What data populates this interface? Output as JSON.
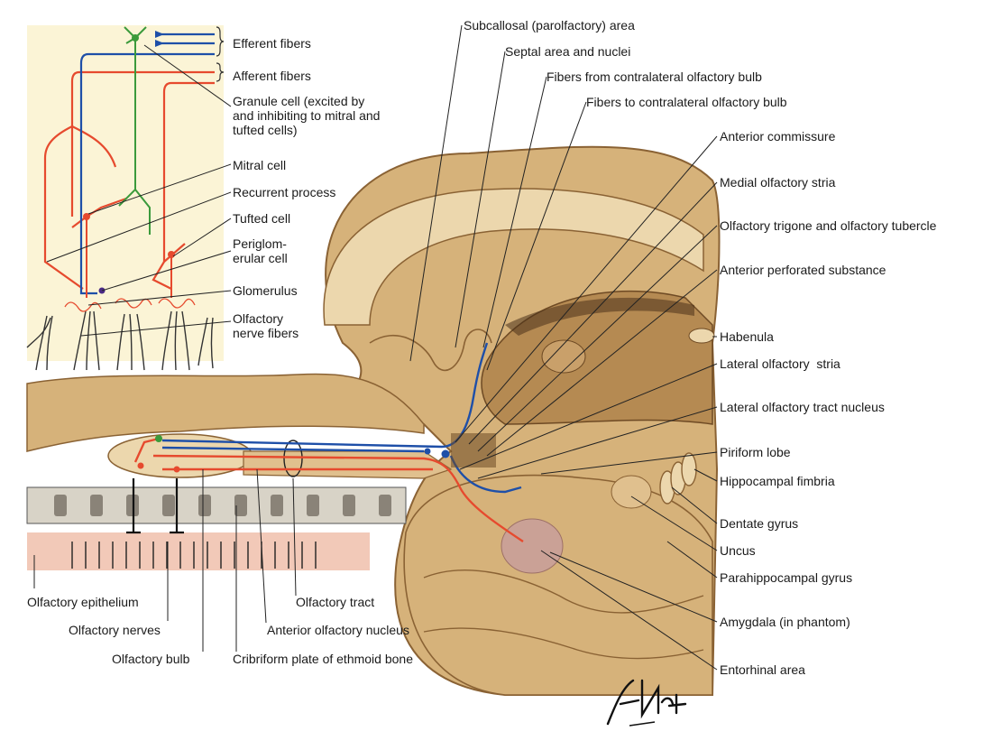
{
  "colors": {
    "tissue": "#d6b27a",
    "tissue_light": "#ecd7ad",
    "tissue_dark": "#8a6234",
    "afferent": "#e64a2e",
    "efferent": "#1e4fa8",
    "granule": "#3b9a3b",
    "inset_bg": "#fbf4d6",
    "leader": "#222222"
  },
  "icons": {
    "signature": "signature-icon"
  },
  "labels": {
    "efferent_fibers": "Efferent fibers",
    "afferent_fibers": "Afferent fibers",
    "granule_cell": "Granule cell (excited by and inhibiting to mitral and tufted cells)",
    "mitral_cell": "Mitral cell",
    "recurrent_process": "Recurrent process",
    "tufted_cell": "Tufted cell",
    "periglomerular_cell": "Periglom- erular cell",
    "glomerulus": "Glomerulus",
    "olfactory_nerve_fibers": "Olfactory nerve fibers",
    "subcallosal_area": "Subcallosal (parolfactory) area",
    "septal_area": "Septal area and nuclei",
    "fibers_from_contralateral": "Fibers from contralateral olfactory bulb",
    "fibers_to_contralateral": "Fibers to contralateral olfactory bulb",
    "anterior_commissure": "Anterior commissure",
    "medial_olfactory_stria": "Medial olfactory stria",
    "olfactory_trigone": "Olfactory trigone and olfactory tubercle",
    "anterior_perforated_substance": "Anterior perforated substance",
    "habenula": "Habenula",
    "lateral_olfactory_stria": "Lateral olfactory  stria",
    "lateral_olfactory_tract_nucleus": "Lateral olfactory tract nucleus",
    "piriform_lobe": "Piriform lobe",
    "hippocampal_fimbria": "Hippocampal fimbria",
    "dentate_gyrus": "Dentate gyrus",
    "uncus": "Uncus",
    "parahippocampal_gyrus": "Parahippocampal gyrus",
    "amygdala": "Amygdala (in phantom)",
    "entorhinal_area": "Entorhinal area",
    "olfactory_epithelium": "Olfactory epithelium",
    "olfactory_nerves": "Olfactory nerves",
    "olfactory_bulb": "Olfactory bulb",
    "cribriform_plate": "Cribriform plate of ethmoid bone",
    "olfactory_tract": "Olfactory tract",
    "anterior_olfactory_nucleus": "Anterior olfactory nucleus"
  }
}
